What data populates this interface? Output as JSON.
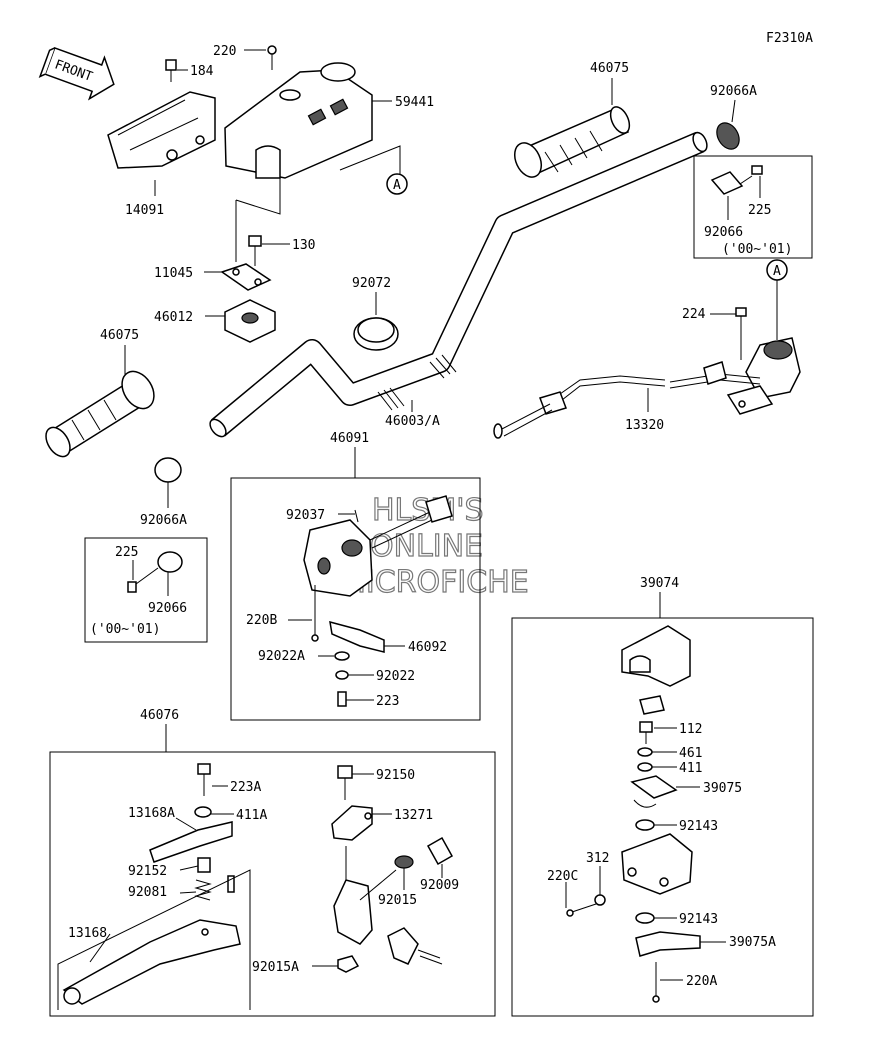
{
  "figure_code": "F2310A",
  "front_label": "FRONT",
  "watermark": [
    "HLSM'S",
    "ONLINE",
    "MICROFICHE"
  ],
  "callouts": [
    "A",
    "A"
  ],
  "year_note": "('00~'01)",
  "parts": {
    "p220": "220",
    "p184": "184",
    "p59441": "59441",
    "p14091": "14091",
    "p130": "130",
    "p11045": "11045",
    "p46012": "46012",
    "p46075_top": "46075",
    "p92066A_top": "92066A",
    "p225_top": "225",
    "p92066_top": "92066",
    "p92072": "92072",
    "p224": "224",
    "p46075_left": "46075",
    "p46003A": "46003/A",
    "p13320": "13320",
    "p92066A_left": "92066A",
    "p46091": "46091",
    "p225_left": "225",
    "p92066_left": "92066",
    "p92037": "92037",
    "p220B": "220B",
    "p92022A": "92022A",
    "p46092": "46092",
    "p92022": "92022",
    "p223": "223",
    "p39074": "39074",
    "p112": "112",
    "p461": "461",
    "p411": "411",
    "p39075": "39075",
    "p92143_a": "92143",
    "p312": "312",
    "p220C": "220C",
    "p92143_b": "92143",
    "p39075A": "39075A",
    "p220A": "220A",
    "p46076": "46076",
    "p223A": "223A",
    "p13168A": "13168A",
    "p411A": "411A",
    "p92152": "92152",
    "p92081": "92081",
    "p13168": "13168",
    "p92150": "92150",
    "p13271": "13271",
    "p92009": "92009",
    "p92015": "92015",
    "p92015A": "92015A"
  }
}
